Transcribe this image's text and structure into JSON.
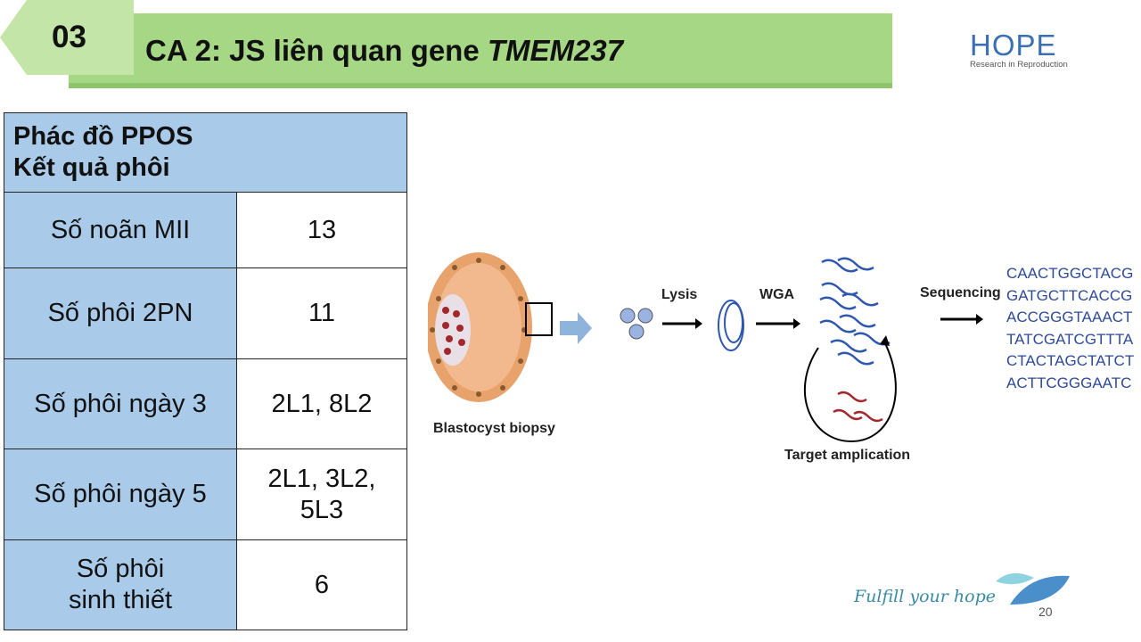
{
  "header": {
    "section_number": "03",
    "title_prefix": "CA 2: JS liên quan gene ",
    "title_gene": "TMEM237"
  },
  "logo": {
    "name": "HOPE",
    "tagline": "Research in Reproduction"
  },
  "table": {
    "header_line1": "Phác đồ PPOS",
    "header_line2": "Kết quả phôi",
    "rows": [
      {
        "label": "Số noãn MII",
        "value": "13"
      },
      {
        "label": "Số phôi 2PN",
        "value": "11"
      },
      {
        "label": "Số phôi ngày 3",
        "value": "2L1, 8L2"
      },
      {
        "label": "Số phôi ngày 5",
        "value": "2L1, 3L2, 5L3"
      },
      {
        "label": "Số phôi sinh thiết",
        "value": "6"
      }
    ]
  },
  "diagram": {
    "blastocyst_label": "Blastocyst biopsy",
    "lysis": "Lysis",
    "wga": "WGA",
    "sequencing": "Sequencing",
    "target": "Target amplication",
    "sequences": [
      "CAACTGGCTACG",
      "GATGCTTCACCG",
      "ACCGGGTAAACT",
      "TATCGATCGTTTA",
      "CTACTAGCTATCT",
      "ACTTCGGGAATC"
    ]
  },
  "footer": {
    "slogan": "Fulfill your hope",
    "page": "20"
  }
}
